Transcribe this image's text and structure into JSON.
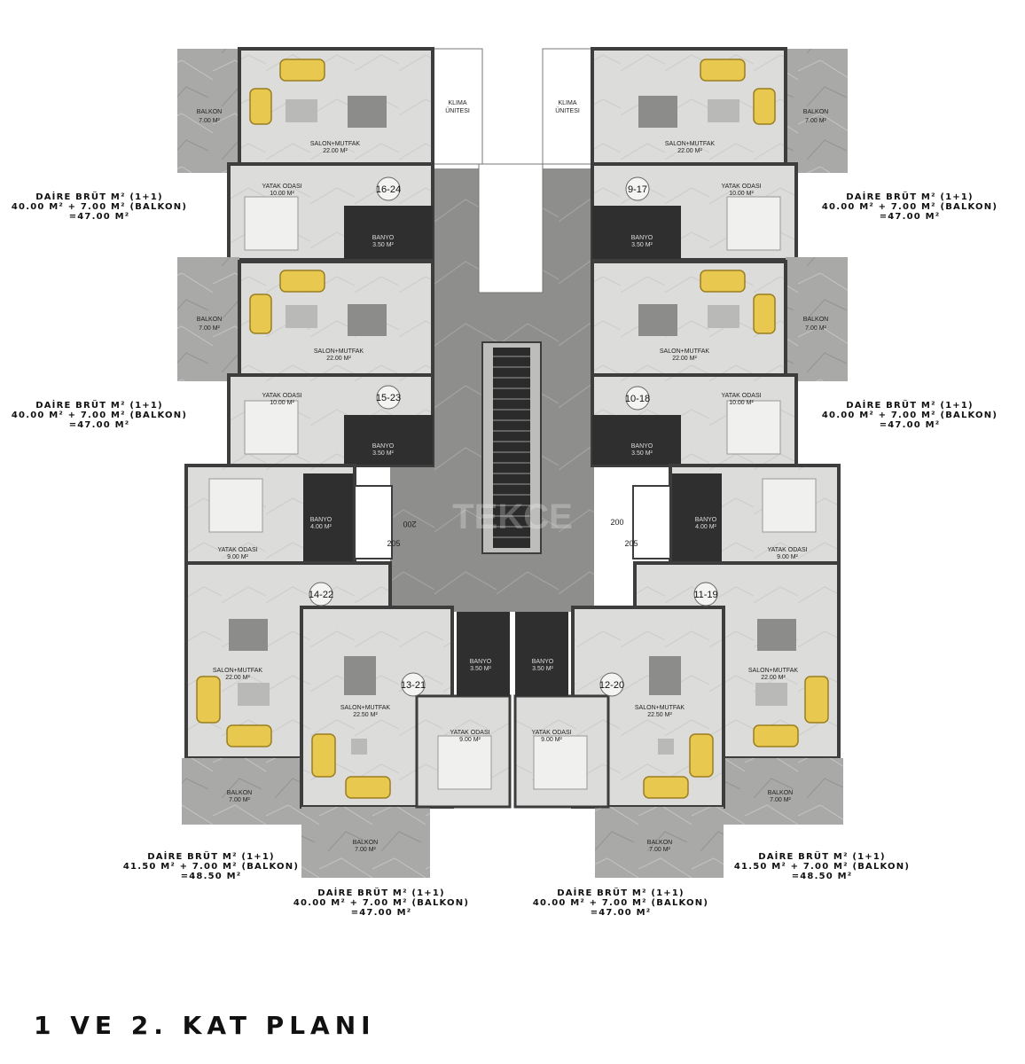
{
  "title": "1 VE 2. KAT PLANI",
  "watermark": "TEKCE",
  "room_labels": {
    "balkon": "BALKON",
    "balkon_area": "7.00 M²",
    "salon_mutfak": "SALON+MUTFAK",
    "salon_22": "22.00 M²",
    "salon_225": "22.50 M²",
    "yatak": "YATAK ODASI",
    "yatak_10": "10.00 M²",
    "yatak_9": "9.00 M²",
    "banyo": "BANYO",
    "banyo_35": "3.50 M²",
    "banyo_40": "4.00 M²",
    "klima_1": "KLIMA",
    "klima_2": "ÜNITESI"
  },
  "unit_numbers": {
    "u1": "16-24",
    "u2": "9-17",
    "u3": "15-23",
    "u4": "10-18",
    "u5": "14-22",
    "u6": "11-19",
    "u7": "13-21",
    "u8": "12-20"
  },
  "dimensions": {
    "d1": "200",
    "d2": "205"
  },
  "summaries": {
    "s47": {
      "line1": "DAİRE BRÜT M² (1+1)",
      "line2": "40.00 M² + 7.00 M² (BALKON)",
      "line3": "=47.00 M²"
    },
    "s485": {
      "line1": "DAİRE BRÜT M² (1+1)",
      "line2": "41.50 M² + 7.00 M² (BALKON)",
      "line3": "=48.50 M²"
    }
  },
  "colors": {
    "marble": "#a8a8a6",
    "floor": "#d9d9d7",
    "wall": "#3d3d3d",
    "sofa": "#e8c84e",
    "bathroom": "#2f2f2f",
    "corridor": "#8f8f8d"
  }
}
